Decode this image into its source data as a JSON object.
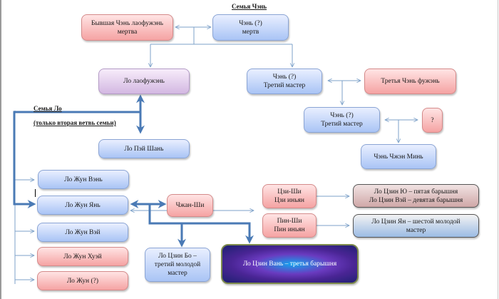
{
  "headers": {
    "chen_family": "Семья Чэнь",
    "lo_family": "Семья Ло",
    "lo_family_note": "(только вторая ветвь семьи)"
  },
  "nodes": {
    "former_chen_laofuzhen": {
      "line1": "Бывшая Чэнь лаофужэнь",
      "line2": "мертва"
    },
    "chen_dead": {
      "line1": "Чэнь (?)",
      "line2": "мертв"
    },
    "lo_laofuzhen": {
      "line1": "Ло лаофужэнь"
    },
    "chen_third_master_1": {
      "line1": "Чэнь (?)",
      "line2": "Третий мастер"
    },
    "third_chen_fuzhen": {
      "line1": "Третья  Чэнь фужэнь"
    },
    "chen_third_master_2": {
      "line1": "Чэнь (?)",
      "line2": "Третий мастер"
    },
    "unknown": {
      "line1": "?"
    },
    "chen_zhen_min": {
      "line1": "Чэнь Чжэн Минь"
    },
    "lo_pei_shan": {
      "line1": "Ло Пэй Шань"
    },
    "lo_zhun_ven": {
      "line1": "Ло Жун Вэнь"
    },
    "lo_zhun_yan": {
      "line1": "Ло Жун Янь"
    },
    "lo_zhun_vei": {
      "line1": "Ло Жун Вэй"
    },
    "lo_zhun_huei": {
      "line1": "Ло Жун Хуэй"
    },
    "lo_zhun_unknown": {
      "line1": "Ло Жун (?)"
    },
    "zhan_shi": {
      "line1": "Чжан-Ши"
    },
    "tszi_shi": {
      "line1": "Цзи-Ши",
      "line2": "Цзи иньян"
    },
    "pin_shi": {
      "line1": "Пин-Ши",
      "line2": "Пин иньян"
    },
    "lo_tszin_yu_vei": {
      "line1": "Ло Цзин Ю – пятая барышня",
      "line2": "Ло Цзин Вэй – девятая барышня"
    },
    "lo_tszin_yan": {
      "line1": "Ло Цзин Ян – шестой молодой",
      "line2": "мастер"
    },
    "lo_tszin_bo": {
      "line1": "Ло Цзин Бо –",
      "line2": "третий молодой",
      "line3": "мастер"
    },
    "lo_tszin_van": {
      "line1": "Ло Цзин Вань – третья барышня"
    }
  },
  "colors": {
    "thin_line": "#7ea2c9",
    "thick_line": "#4a7ab5"
  }
}
